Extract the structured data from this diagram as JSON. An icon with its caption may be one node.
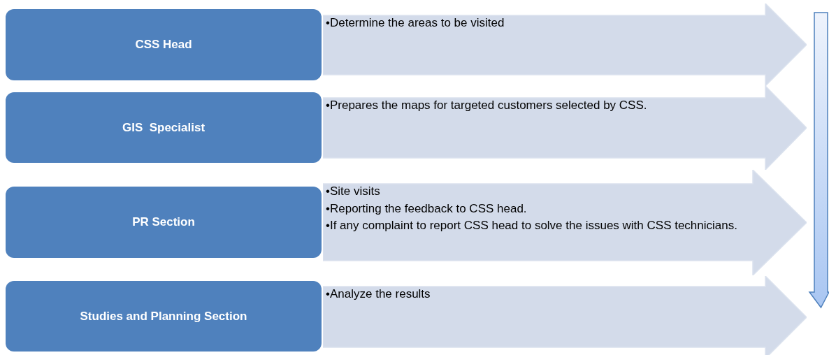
{
  "diagram": {
    "nodes": [
      {
        "text": [
          "CSS Head"
        ]
      },
      {
        "text": [
          "•Determine the areas to be visited"
        ]
      },
      {
        "text": [
          "GIS  Specialist"
        ]
      },
      {
        "text": [
          "•Prepares the maps for targeted customers selected by CSS."
        ]
      },
      {
        "text": [
          "PR Section"
        ]
      },
      {
        "text": [
          "•Site visits",
          "•Reporting the feedback to CSS head.",
          "•If any complaint to report CSS head to solve the issues with CSS technicians."
        ]
      },
      {
        "text": [
          "Studies and Planning Section"
        ]
      },
      {
        "text": [
          "•Analyze the results"
        ]
      }
    ]
  }
}
